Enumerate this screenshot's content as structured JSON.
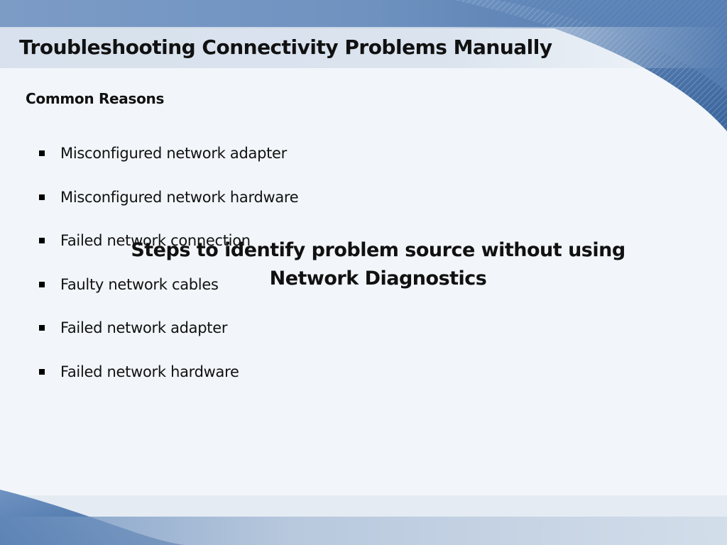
{
  "slide": {
    "title": "Troubleshooting Connectivity Problems Manually",
    "subtitle": "Common Reasons",
    "bullets": [
      "Misconfigured network adapter",
      "Misconfigured network hardware",
      "Failed network connection",
      "Faulty network cables",
      "Failed network adapter",
      "Failed network hardware"
    ],
    "overlay_text": "Steps to identify problem source without using Network Diagnostics"
  },
  "colors": {
    "background": "#f2f6fa",
    "accent_blue": "#6a8fbf",
    "accent_dark_blue": "#3f6aa0",
    "title_band": "#d6e0ec",
    "text": "#111111"
  }
}
